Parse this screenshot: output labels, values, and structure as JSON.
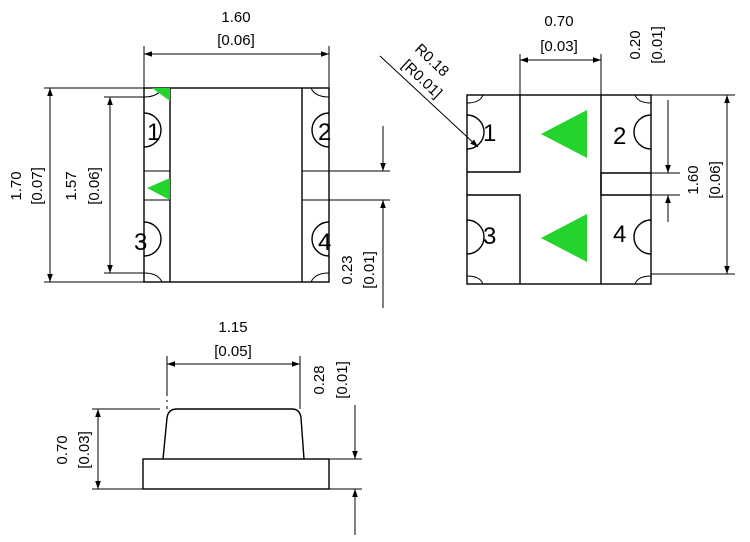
{
  "dimensions": {
    "top_width": {
      "mm": "1.60",
      "inch": "[0.06]"
    },
    "overall_height": {
      "mm": "1.70",
      "inch": "[0.07]"
    },
    "inner_height": {
      "mm": "1.57",
      "inch": "[0.06]"
    },
    "pad_gap": {
      "mm": "0.23",
      "inch": "[0.01]"
    },
    "corner_radius": {
      "mm": "R0.18",
      "inch": "[R0.01]"
    },
    "pad_spacing": {
      "mm": "0.70",
      "inch": "[0.03]"
    },
    "pad_width": {
      "mm": "0.20",
      "inch": "[0.01]"
    },
    "bottom_height": {
      "mm": "1.60",
      "inch": "[0.06]"
    },
    "lens_width": {
      "mm": "1.15",
      "inch": "[0.05]"
    },
    "lens_height": {
      "mm": "0.28",
      "inch": "[0.01]"
    },
    "side_height": {
      "mm": "0.70",
      "inch": "[0.03]"
    }
  },
  "pins": {
    "p1": "1",
    "p2": "2",
    "p3": "3",
    "p4": "4"
  },
  "colors": {
    "led": "#22d42b",
    "line": "#000000"
  }
}
